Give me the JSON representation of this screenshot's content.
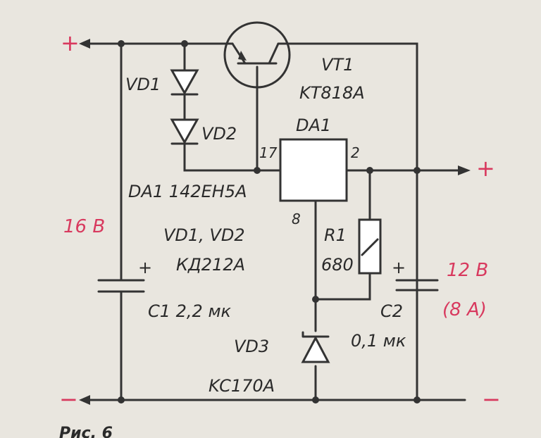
{
  "labels": {
    "plus_left": "+",
    "plus_right": "+",
    "minus_left": "−",
    "minus_right": "−",
    "vt1": "VT1",
    "vt1_part": "KT818A",
    "vd1": "VD1",
    "vd2": "VD2",
    "da1": "DA1",
    "pin17": "17",
    "pin2": "2",
    "pin8": "8",
    "da1_part": "DA1  142EH5A",
    "vd12": "VD1, VD2",
    "vd12_part": "КД212А",
    "r1": "R1",
    "r1_val": "680",
    "c1": "C1  2,2 мк",
    "c1_plus": "+",
    "c2": "C2",
    "c2_val": "0,1 мк",
    "c2_plus": "+",
    "vd3": "VD3",
    "vd3_part": "KC170A",
    "vin": "16 B",
    "vout": "12 B",
    "iout": "(8 A)",
    "caption": "Рис. 6"
  },
  "colors": {
    "ink": "#333333",
    "accent": "#d8395e",
    "paper": "#e9e6df"
  }
}
